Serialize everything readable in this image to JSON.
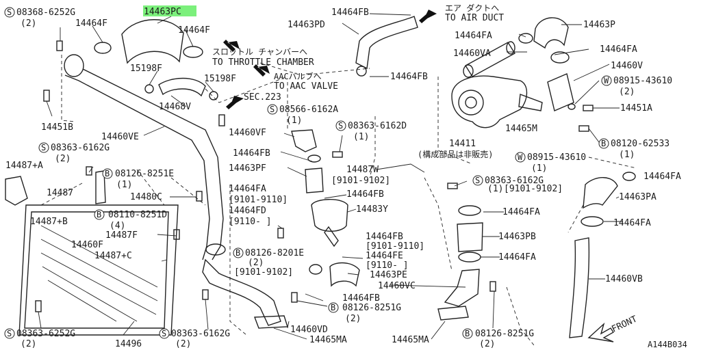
{
  "labels": {
    "s_08368_6252G": "08368-6252G",
    "q2_a": "(2)",
    "p14463PC": "14463PC",
    "p14464F_a": "14464F",
    "p14464F_b": "14464F",
    "p14464FB_top": "14464FB",
    "p14463PD": "14463PD",
    "to_air_duct_jp": "エア ダクトへ",
    "to_air_duct": "TO AIR DUCT",
    "p14464FA_top": "14464FA",
    "p14463P": "14463P",
    "throttle_jp": "スロットル チャンバーへ",
    "to_throttle": "TO THROTTLE CHAMBER",
    "p14460VA": "14460VA",
    "p14464FA_r": "14464FA",
    "p15198F_a": "15198F",
    "p15198F_b": "15198F",
    "aac_jp": "AACバルブへ",
    "to_aac": "TO AAC VALVE",
    "p14464FB_mid": "14464FB",
    "p14460V": "14460V",
    "w_08915_43610_a": "08915-43610",
    "q2_w": "(2)",
    "sec223": "SEC.223",
    "p14468V": "14468V",
    "s_08566_6162A": "08566-6162A",
    "q1_a": "(1)",
    "p14451A": "14451A",
    "p14451B": "14451B",
    "p14460VE": "14460VE",
    "p14460VF": "14460VF",
    "s_08363_6162D": "08363-6162D",
    "q1_b": "(1)",
    "p14465M": "14465M",
    "s_08363_6162G_a": "08363-6162G",
    "q2_b": "(2)",
    "p14464FB_l": "14464FB",
    "p14411": "14411",
    "not_sold": "(構成部品は非販売)",
    "b_08120_62533": "08120-62533",
    "q1_c": "(1)",
    "p14487A": "14487+A",
    "b_08126_8251E": "08126-8251E",
    "q1_d": "(1)",
    "p14463PF": "14463PF",
    "p14487W": "14487W",
    "d9101_9102_a": "[9101-9102]",
    "w_08915_43610_b": "08915-43610",
    "q1_e": "(1)",
    "p14464FA_far": "14464FA",
    "s_08363_6162G_b": "08363-6162G",
    "q1_f": "(1)",
    "d9101_9102_b": "[9101-9102]",
    "p14487": "14487",
    "p14464FA_m": "14464FA",
    "d9101_9110_a": "[9101-9110]",
    "p14464FB_m2": "14464FB",
    "p14480C": "14480C",
    "p14463PA": "14463PA",
    "b_08110_8251D": "08110-8251D",
    "q4": "(4)",
    "p14464FD": "14464FD",
    "d9110": "[9110-   ]",
    "p14483Y": "14483Y",
    "p14464FA_r2": "14464FA",
    "p14487B": "14487+B",
    "p14464FA_c": "14464FA",
    "p14487F": "14487F",
    "p14460F": "14460F",
    "p14464FB_c": "14464FB",
    "d9101_9110_b": "[9101-9110]",
    "p14463PB": "14463PB",
    "p14487C": "14487+C",
    "b_08126_8201E": "08126-8201E",
    "q2_c": "(2)",
    "p14464FE": "14464FE",
    "d9110_b": "[9110-   ]",
    "p14464FA_c2": "14464FA",
    "d9101_9102_c": "[9101-9102]",
    "p14463PE": "14463PE",
    "p14460VC": "14460VC",
    "p14460VB": "14460VB",
    "p14464FB_b": "14464FB",
    "b_08126_8251G_a": "08126-8251G",
    "q2_d": "(2)",
    "p14460VD": "14460VD",
    "front": "FRONT",
    "s_08363_6252G": "08363-6252G",
    "q2_e": "(2)",
    "p14496": "14496",
    "s_08363_6162G_c": "08363-6162G",
    "q2_f": "(2)",
    "p14465MA_a": "14465MA",
    "p14465MA_b": "14465MA",
    "b_08126_8251G_b": "08126-8251G",
    "q2_g": "(2)",
    "code": "A144B034"
  },
  "symbols": {
    "S": "S",
    "W": "W",
    "B": "B"
  },
  "colors": {
    "highlight": "#7cf07c",
    "ink": "#1a1a1a"
  }
}
